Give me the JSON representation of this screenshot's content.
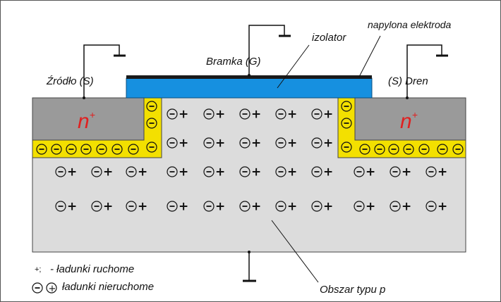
{
  "labels": {
    "source": "Źródło  (S)",
    "gate": "Bramka  (G)",
    "drain": "(S)  Dren",
    "insulator": "izolator",
    "electrode": "napylona elektroda",
    "region_left": "n",
    "region_right": "n",
    "region_sup": "+",
    "substrate": "Obszar typu p",
    "legend_mobile_symbol": "+;",
    "legend_mobile": "- ładunki ruchome",
    "legend_fixed": "ładunki nieruchome"
  },
  "colors": {
    "substrate": "#dcdcdc",
    "n_region": "#9a9a9a",
    "channel": "#f3e000",
    "insulator": "#1690e0",
    "electrode": "#1a1a1a",
    "n_label": "#e02020"
  },
  "charges": {
    "minus_symbol": "−",
    "plus_symbol": "+"
  }
}
